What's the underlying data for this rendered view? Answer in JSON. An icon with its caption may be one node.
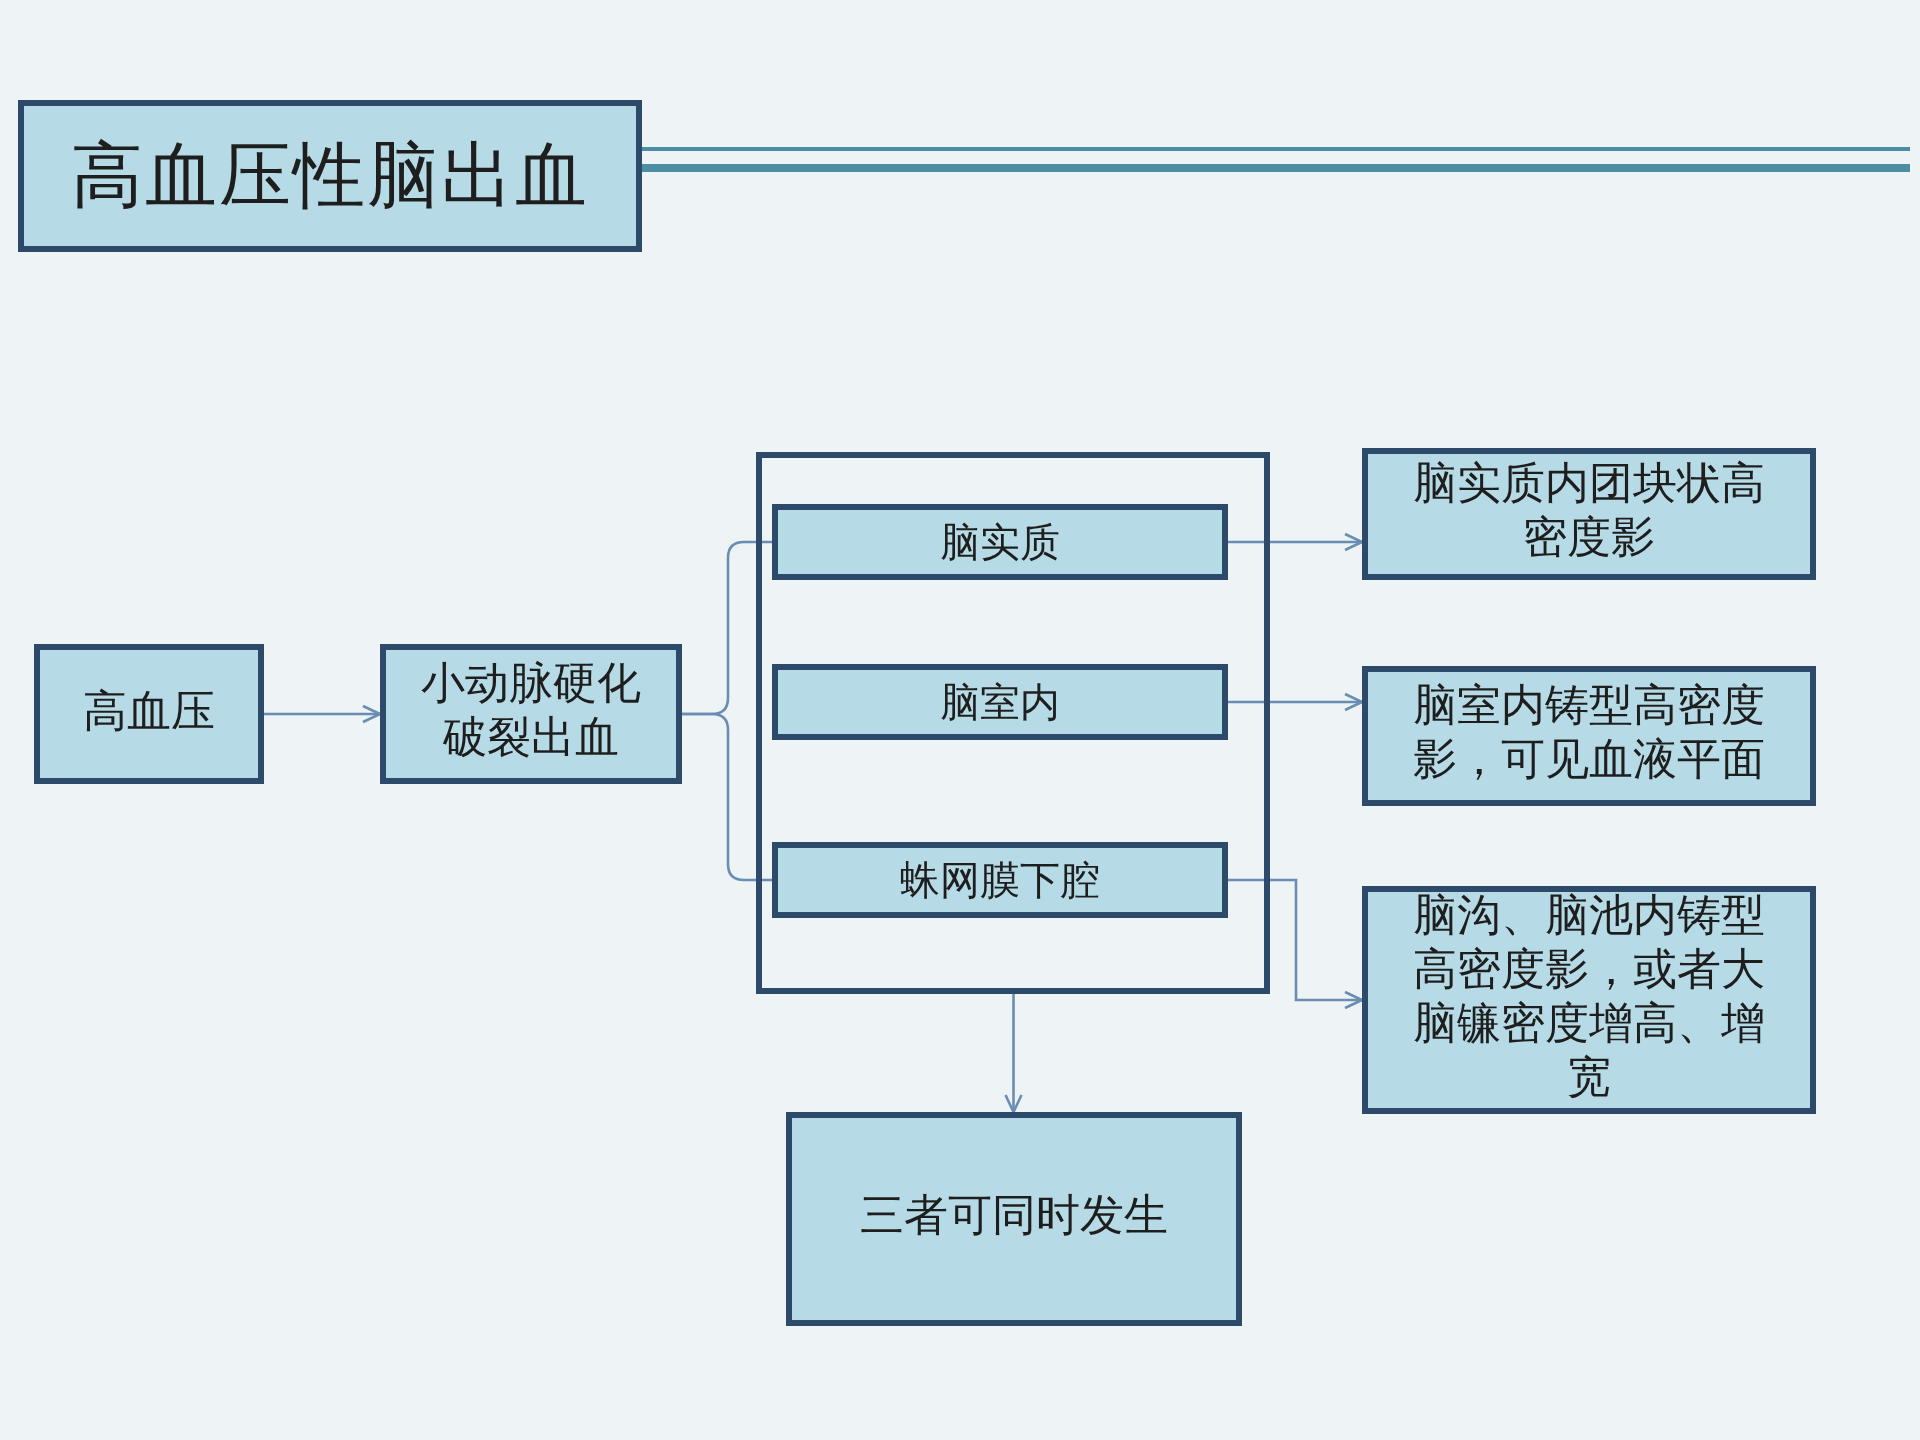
{
  "diagram": {
    "title": "高血压性脑出血",
    "nodes": [
      {
        "text": [
          "高血压"
        ]
      },
      {
        "text": [
          "小动脉硬化破裂出血"
        ]
      },
      {
        "text": [],
        "shape": "box"
      },
      {
        "text": [
          "脑实质"
        ],
        "in": 2
      },
      {
        "text": [
          "脑室内"
        ],
        "in": 2
      },
      {
        "text": [
          "蛛网膜下腔"
        ],
        "in": 2
      },
      {
        "text": [
          "脑实质内团块状高密度影"
        ]
      },
      {
        "text": [
          "脑室内铸型高密度影，可见血液平面"
        ]
      },
      {
        "text": [
          "脑沟、脑池内铸型高密度影，或者大脑镰密度增高、增宽"
        ]
      },
      {
        "text": [
          "三者可同时发生"
        ]
      }
    ],
    "edges": [
      {
        "from": 0,
        "to": 1,
        "arrow": "to"
      },
      {
        "from": 1,
        "to": 3,
        "arrow": "none"
      },
      {
        "from": 1,
        "to": 5,
        "arrow": "none"
      },
      {
        "from": 3,
        "to": 6,
        "arrow": "to"
      },
      {
        "from": 4,
        "to": 7,
        "arrow": "to"
      },
      {
        "from": 5,
        "to": 8,
        "arrow": "to"
      },
      {
        "from": 2,
        "to": 9,
        "arrow": "to"
      }
    ]
  }
}
